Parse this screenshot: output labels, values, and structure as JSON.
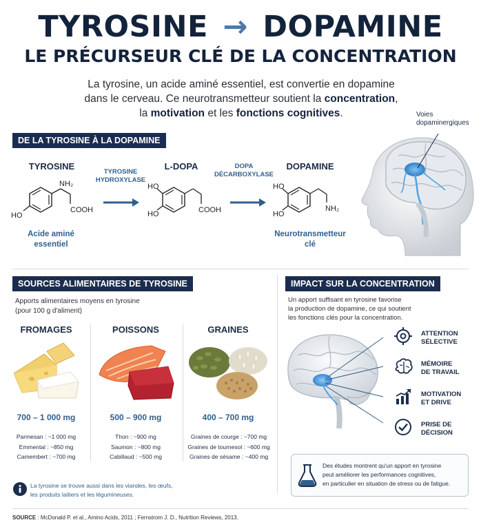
{
  "header": {
    "title_left": "TYROSINE",
    "title_arrow": "→",
    "title_right": "DOPAMINE",
    "subtitle": "LE PRÉCURSEUR CLÉ DE LA CONCENTRATION",
    "intro_line1": "La tyrosine, un acide aminé essentiel, est convertie en dopamine",
    "intro_line2_a": "dans le cerveau. Ce neurotransmetteur soutient la ",
    "intro_line2_b": "concentration",
    "intro_line2_c": ",",
    "intro_line3_a": "la ",
    "intro_line3_b": "motivation",
    "intro_line3_c": " et les ",
    "intro_line3_d": "fonctions cognitives",
    "intro_line3_e": "."
  },
  "pathway": {
    "heading": "DE LA TYROSINE À LA DOPAMINE",
    "tyrosine": {
      "name": "TYROSINE",
      "groups": [
        "NH₂",
        "COOH",
        "HO"
      ],
      "caption_line1": "Acide aminé",
      "caption_line2": "essentiel"
    },
    "enzyme1_line1": "TYROSINE",
    "enzyme1_line2": "HYDROXYLASE",
    "ldopa": {
      "name": "L-DOPA",
      "groups": [
        "HO",
        "HO",
        "COOH"
      ]
    },
    "enzyme2_line1": "DOPA",
    "enzyme2_line2": "DÉCARBOXYLASE",
    "dopamine": {
      "name": "DOPAMINE",
      "groups": [
        "HO",
        "HO",
        "NH₂"
      ],
      "caption_line1": "Neurotransmetteur",
      "caption_line2": "clé"
    },
    "brain_label_line1": "Voies",
    "brain_label_line2": "dopaminergiques"
  },
  "sources": {
    "heading": "SOURCES ALIMENTAIRES DE TYROSINE",
    "intro_line1": "Apports alimentaires moyens en tyrosine",
    "intro_line2": "(pour 100 g d'aliment)",
    "foods": [
      {
        "title": "FROMAGES",
        "range": "700 – 1 000 mg",
        "items": [
          "Parmesan : ~1 000 mg",
          "Emmental : ~850 mg",
          "Camembert : ~700 mg"
        ]
      },
      {
        "title": "POISSONS",
        "range": "500 – 900 mg",
        "items": [
          "Thon : ~900 mg",
          "Saumon : ~800 mg",
          "Cabillaud : ~500 mg"
        ]
      },
      {
        "title": "GRAINES",
        "range": "400 – 700 mg",
        "items": [
          "Graines de courge : ~700 mg",
          "Graines de tournesol : ~600 mg",
          "Graines de sésame : ~400 mg"
        ]
      }
    ],
    "note_line1": "La tyrosine se trouve aussi dans les viandes, les œufs,",
    "note_line2": "les produits laitiers et les légumineuses."
  },
  "impact": {
    "heading": "IMPACT SUR LA CONCENTRATION",
    "intro_line1": "Un apport suffisant en tyrosine favorise",
    "intro_line2": "la production de dopamine, ce qui soutient",
    "intro_line3": "les fonctions clés pour la concentration.",
    "items": [
      {
        "icon": "target-icon",
        "line1": "ATTENTION",
        "line2": "SÉLECTIVE"
      },
      {
        "icon": "brain-icon",
        "line1": "MÉMOIRE",
        "line2": "DE TRAVAIL"
      },
      {
        "icon": "chart-up-icon",
        "line1": "MOTIVATION",
        "line2": "ET DRIVE"
      },
      {
        "icon": "check-icon",
        "line1": "PRISE DE",
        "line2": "DÉCISION"
      }
    ],
    "study_line1": "Des études montrent qu'un apport en tyrosine",
    "study_line2": "peut améliorer les performances cognitives,",
    "study_line3": "en particulier en situation de stress ou de fatigue."
  },
  "footer": {
    "source_label": "SOURCE",
    "source_text": " : McDonald P. et al., Amino Acids, 2011 ; Fernstrom J. D., Nutrition Reviews, 2013."
  },
  "colors": {
    "navy": "#1b2d4f",
    "accent_blue": "#2f5f8f",
    "arrow_blue": "#4f79a6",
    "dopamine_glow": "#4aa3e8"
  }
}
